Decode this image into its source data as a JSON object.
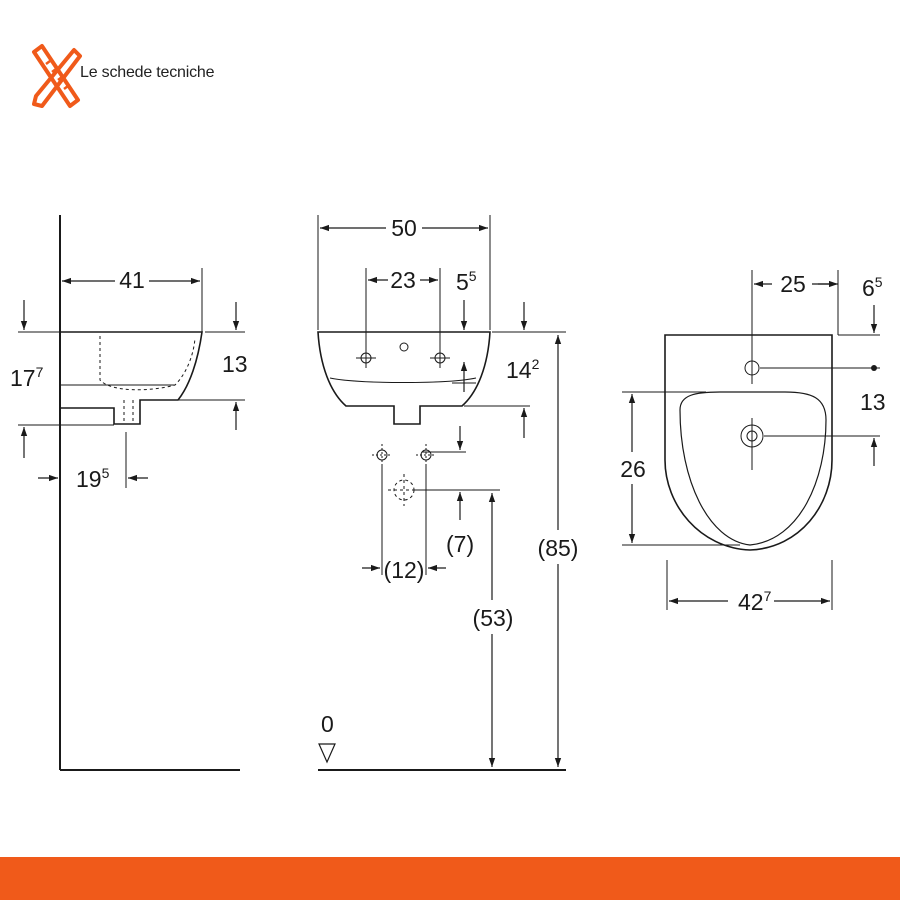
{
  "header": {
    "brand_text": "Le schede tecniche",
    "logo_icon": "ruler-pencil-cross-icon"
  },
  "colors": {
    "accent": "#f05a1a",
    "line": "#1a1a1a"
  },
  "side_view": {
    "depth": "41",
    "height_main": "17",
    "height_main_sup": "7",
    "basin_height": "13",
    "outlet_offset": "19",
    "outlet_offset_sup": "5"
  },
  "front_view": {
    "width": "50",
    "tap_spacing": "23",
    "edge_offset": "5",
    "edge_offset_sup": "5",
    "rim_height": "14",
    "rim_height_sup": "2",
    "supply_spacing": "(12)",
    "supply_vertical": "(7)",
    "drain_height": "(53)",
    "total_height": "(85)",
    "floor_level": "0"
  },
  "top_view": {
    "tap_to_edge": "25",
    "edge_gap": "6",
    "edge_gap_sup": "5",
    "tap_to_drain": "13",
    "inner_depth": "26",
    "overall_width": "42",
    "overall_width_sup": "7"
  }
}
